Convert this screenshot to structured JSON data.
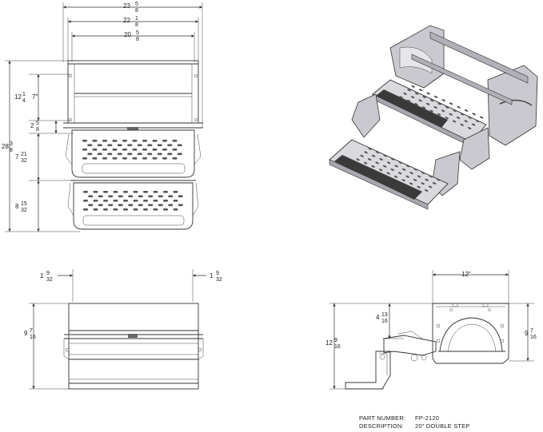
{
  "title_block": {
    "part_number_label": "PART NUMBER:",
    "part_number": "FP-2120",
    "description_label": "DESCRIPTION:",
    "description": "20\" DOUBLE STEP"
  },
  "front_view": {
    "overall_width": {
      "whole": "23",
      "num": "5",
      "den": "8"
    },
    "frame_width": {
      "whole": "22",
      "num": "1",
      "den": "8"
    },
    "tread_width": {
      "whole": "20",
      "num": "5",
      "den": "8"
    },
    "overall_height": {
      "whole": "28",
      "num": "3",
      "den": "8"
    },
    "upper_height": {
      "whole": "12",
      "num": "1",
      "den": "4"
    },
    "upper_inner": "7\"",
    "lower_offset": {
      "whole": "2",
      "num": "5",
      "den": "8"
    },
    "step_rise_1": {
      "whole": "7",
      "num": "21",
      "den": "32"
    },
    "step_rise_2": {
      "whole": "8",
      "num": "15",
      "den": "32"
    }
  },
  "top_view": {
    "left_overhang": {
      "whole": "1",
      "num": "9",
      "den": "32"
    },
    "right_overhang": {
      "whole": "1",
      "num": "9",
      "den": "32"
    },
    "depth": {
      "whole": "9",
      "num": "7",
      "den": "16"
    }
  },
  "side_view": {
    "width": "12\"",
    "height": {
      "whole": "12",
      "num": "9",
      "den": "16"
    },
    "offset": {
      "whole": "4",
      "num": "13",
      "den": "16"
    },
    "depth": {
      "whole": "9",
      "num": "7",
      "den": "16"
    }
  },
  "colors": {
    "line": "#333333",
    "step_fill": "#d9d9de",
    "frame_fill": "#bfbfc5",
    "grip": "#3a3a3a"
  }
}
